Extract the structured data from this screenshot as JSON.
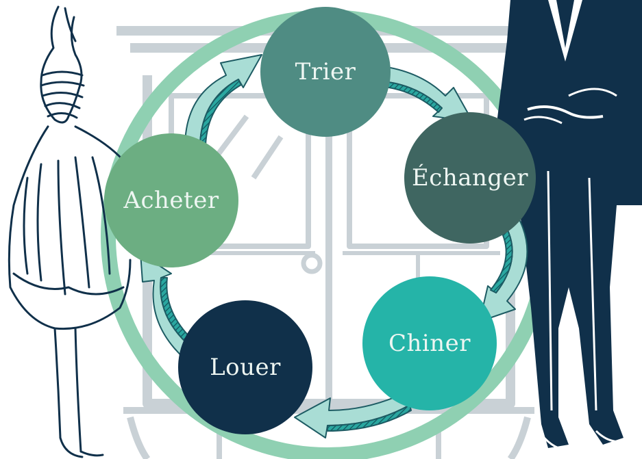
{
  "diagram": {
    "nodes": [
      {
        "id": "trier",
        "label": "Trier",
        "color": "#4f8c83"
      },
      {
        "id": "echanger",
        "label": "Échanger",
        "color": "#3f6661"
      },
      {
        "id": "chiner",
        "label": "Chiner",
        "color": "#25b4a8"
      },
      {
        "id": "louer",
        "label": "Louer",
        "color": "#10304a"
      },
      {
        "id": "acheter",
        "label": "Acheter",
        "color": "#6cae82"
      }
    ],
    "colors": {
      "ring": "#8fd0b2",
      "arrow_fill": "#a9ddd5",
      "arrow_stroke": "#1d5b63",
      "wardrobe": "#c9d1d6",
      "figure": "#10304a"
    },
    "icons": [
      "dress-illustration",
      "suit-figure-illustration",
      "wardrobe-illustration"
    ]
  }
}
